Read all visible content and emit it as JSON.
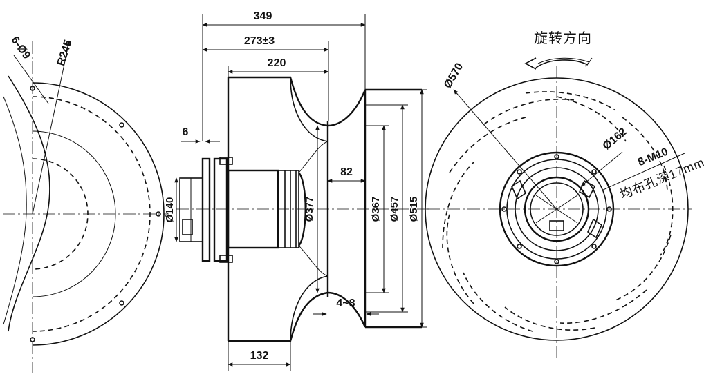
{
  "dimensions": {
    "len_349": "349",
    "len_273": "273±3",
    "len_220": "220",
    "len_6": "6",
    "len_82": "82",
    "len_4_8": "4~8",
    "len_132": "132",
    "dia_140": "Ø140",
    "dia_377": "Ø377",
    "dia_367": "Ø367",
    "dia_457": "Ø457",
    "dia_515": "Ø515",
    "dia_570": "Ø570",
    "dia_162": "Ø162",
    "holes_6": "6-Ø9",
    "radius_245": "R245"
  },
  "notes": {
    "rotation_direction": "旋转方向",
    "thread_spec": "8-M10",
    "thread_depth": "均布孔深17mm"
  }
}
